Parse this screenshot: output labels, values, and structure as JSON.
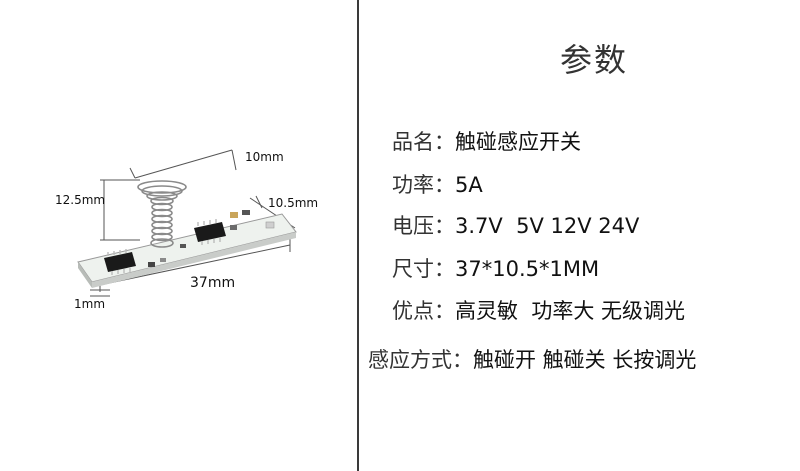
{
  "left": {
    "dims": {
      "d10": "10mm",
      "d12_5": "12.5mm",
      "d10_5": "10.5mm",
      "d37": "37mm",
      "d1": "1mm"
    }
  },
  "right": {
    "title": "参数",
    "rows": [
      {
        "label": "品名：",
        "value": "触碰感应开关"
      },
      {
        "label": "功率：",
        "value": "5A"
      },
      {
        "label": "电压：",
        "value": "3.7V  5V 12V 24V"
      },
      {
        "label": "尺寸：",
        "value": "37*10.5*1MM"
      },
      {
        "label": "优点：",
        "value": "高灵敏  功率大 无级调光"
      },
      {
        "label": "感应方式：",
        "value": "触碰开 触碰关 长按调光"
      }
    ]
  }
}
